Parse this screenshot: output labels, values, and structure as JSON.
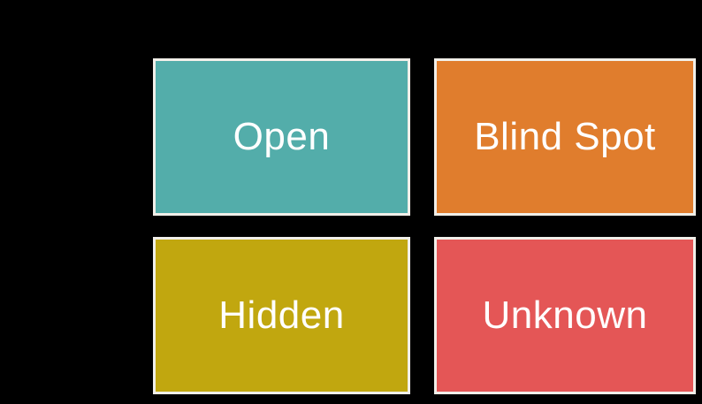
{
  "canvas": {
    "background_color": "#000000"
  },
  "quadrant_diagram": {
    "type": "quadrant-grid",
    "border_color": "#F1EFE9",
    "label_color": "#FFFFFF",
    "quadrants": [
      {
        "id": "open",
        "label": "Open",
        "fill": "#53ADAA",
        "position": "top-left"
      },
      {
        "id": "blind-spot",
        "label": "Blind Spot",
        "fill": "#E07D2D",
        "position": "top-right"
      },
      {
        "id": "hidden",
        "label": "Hidden",
        "fill": "#C1A70F",
        "position": "bottom-left"
      },
      {
        "id": "unknown",
        "label": "Unknown",
        "fill": "#E45656",
        "position": "bottom-right"
      }
    ]
  }
}
